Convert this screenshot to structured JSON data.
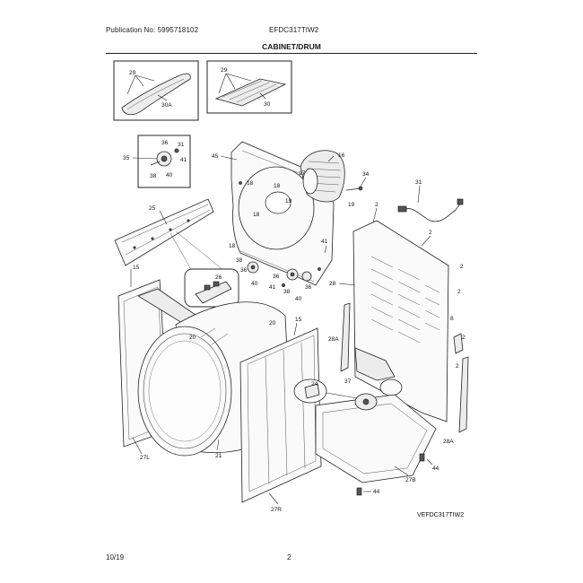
{
  "header": {
    "publication": "Publication No: 5995718102",
    "model": "EFDC317TIW2",
    "title": "CABINET/DRUM"
  },
  "footer": {
    "date": "10/19",
    "page": "2"
  },
  "diagram": {
    "model_tag": "VEFDC317TIW2",
    "callouts": {
      "c2a": "2",
      "c2b": "2",
      "c2c": "2",
      "c2d": "2",
      "c2e": "2",
      "c2f": "2",
      "c8": "8",
      "c10": "10",
      "c15a": "15",
      "c15b": "15",
      "c16": "16",
      "c17": "17",
      "c18a": "18",
      "c18b": "18",
      "c18c": "18",
      "c18d": "18",
      "c19": "19",
      "c20a": "20",
      "c20b": "20",
      "c21": "21",
      "c24": "24",
      "c25": "25",
      "c26": "26",
      "c27l": "27L",
      "c27r": "27R",
      "c27b": "27B",
      "c28": "28",
      "c28a1": "28A",
      "c28a2": "28A",
      "c29a": "29",
      "c29b": "29",
      "c30": "30",
      "c30a": "30A",
      "c31": "31",
      "c34": "34",
      "c35": "35",
      "c36a": "36",
      "c36b": "36",
      "c36c": "36",
      "c37": "37",
      "c38a": "38",
      "c38b": "38",
      "c38c": "38",
      "c40a": "40",
      "c40b": "40",
      "c40c": "40",
      "c41a": "41",
      "c41b": "41",
      "c41c": "41",
      "c44a": "44",
      "c44b": "44",
      "c45": "45"
    }
  }
}
